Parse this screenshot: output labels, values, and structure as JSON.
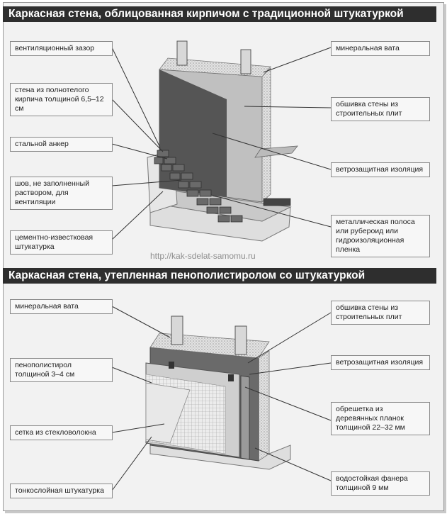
{
  "section1": {
    "title": "Каркасная стена, облицованная кирпичом с традиционной штукатуркой",
    "labels": {
      "ventilation_gap": "вентиляционный зазор",
      "brick_wall": "стена из полнотелого кирпича толщиной 6,5–12 см",
      "steel_anchor": "стальной анкер",
      "mortar_joint": "шов, не заполненный раствором, для вентиляции",
      "cement_lime_plaster": "цементно-известковая штукатурка",
      "mineral_wool": "минеральная вата",
      "sheathing": "обшивка стены из строительных плит",
      "windproof": "ветрозащитная изоляция",
      "metal_strip": "металлическая полоса или рубероид или гидроизоляционная пленка"
    }
  },
  "watermark": "http://kak-sdelat-samomu.ru",
  "section2": {
    "title": "Каркасная стена, утепленная пенополистиролом со штукатуркой",
    "labels": {
      "mineral_wool": "минеральная вата",
      "eps": "пенополистирол толщиной 3–4 см",
      "fiberglass_mesh": "сетка из стекловолокна",
      "thin_plaster": "тонкослойная штукатурка",
      "sheathing": "обшивка стены из строительных плит",
      "windproof": "ветрозащитная изоляция",
      "battens": "обрешетка из деревянных планок толщиной 22–32 мм",
      "plywood": "водостойкая фанера толщиной 9 мм"
    }
  },
  "colors": {
    "title_bg": "#2e2e2e",
    "panel_bg": "#f2f2f2",
    "dark_layer": "#5c5c5c",
    "light_layer": "#d6d6d6",
    "brick": "#6a6a6a"
  }
}
